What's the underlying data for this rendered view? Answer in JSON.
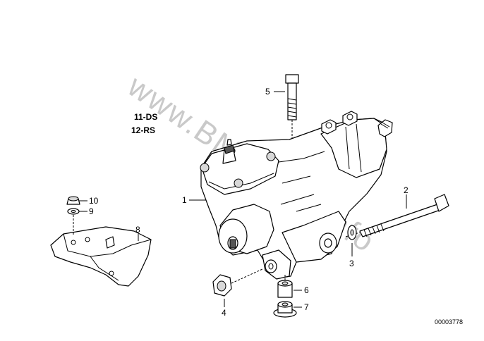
{
  "diagram": {
    "watermark": "www.BMWfans.info",
    "variant_codes": [
      "11-DS",
      "12-RS"
    ],
    "drawing_number": "00003778",
    "callouts": [
      "1",
      "2",
      "3",
      "4",
      "5",
      "6",
      "7",
      "8",
      "9",
      "10"
    ]
  }
}
